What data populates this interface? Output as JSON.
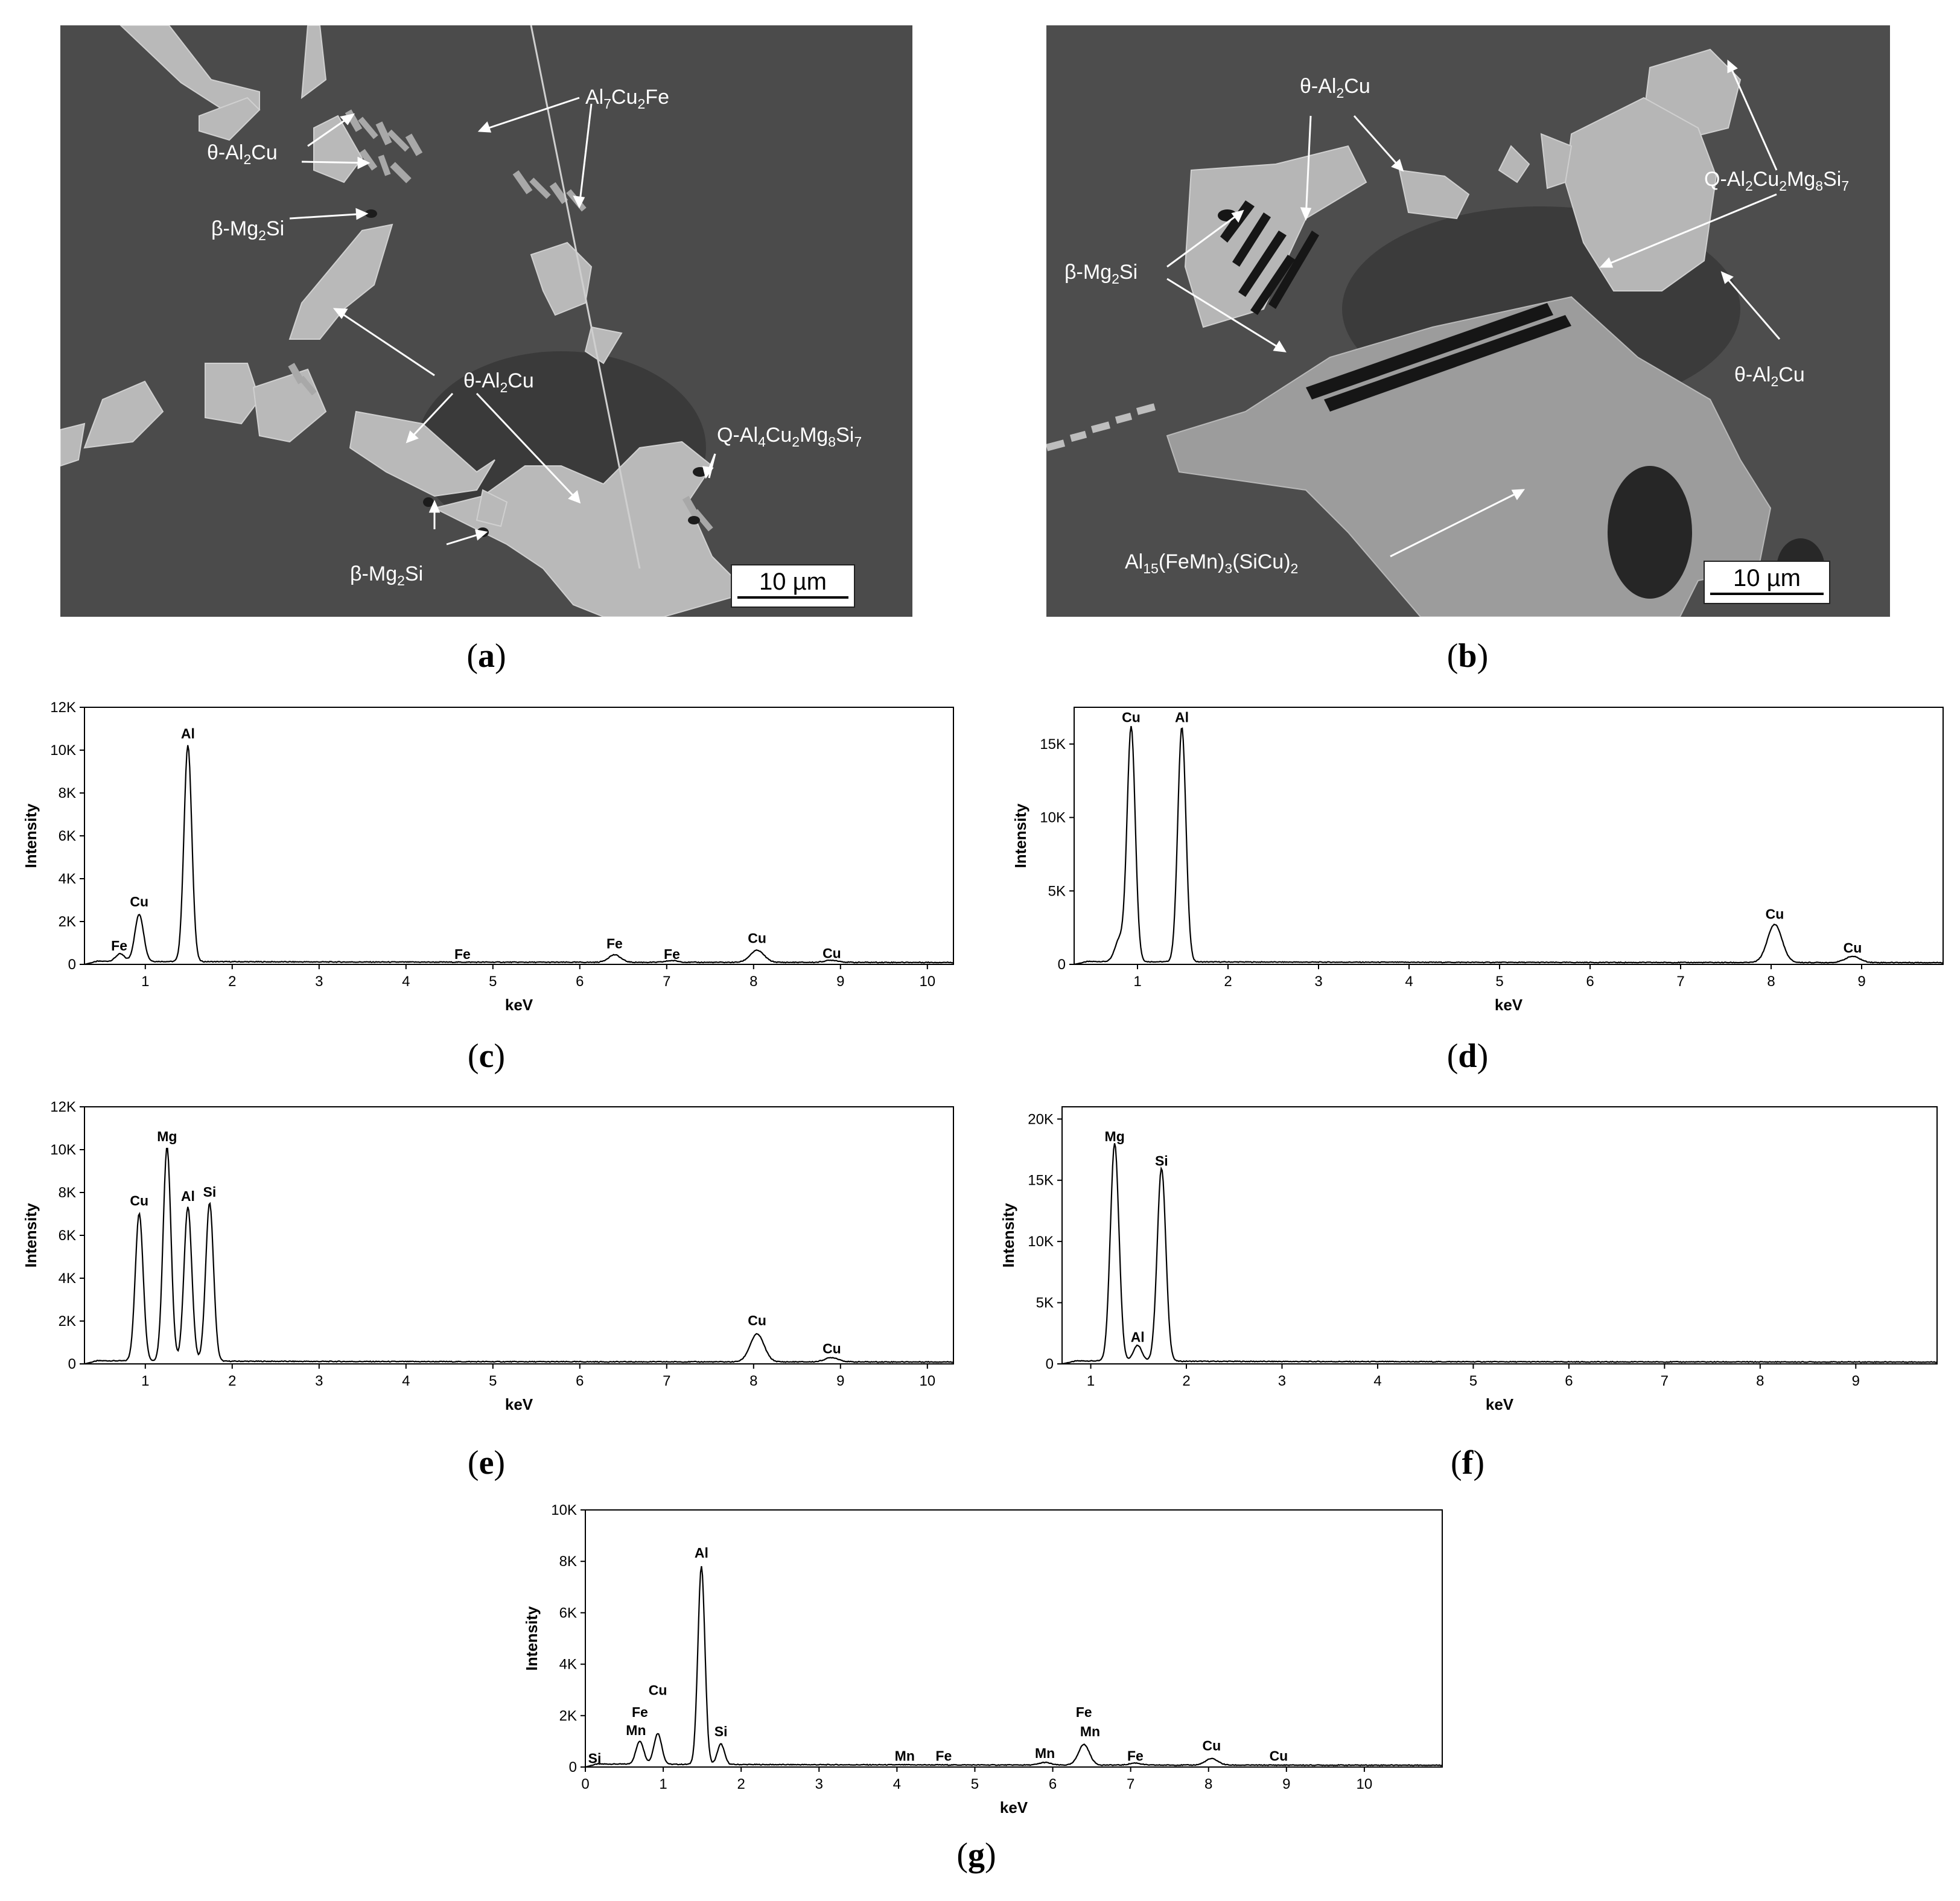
{
  "panel_labels": [
    "a",
    "b",
    "c",
    "d",
    "e",
    "f",
    "g"
  ],
  "sem_a": {
    "scale_bar": "10 µm",
    "annotations": [
      {
        "id": "a_al2cu_top",
        "text": "θ-Al",
        "sub": "2",
        "rest": "Cu"
      },
      {
        "id": "a_al7cu2fe",
        "text": "Al",
        "sub": "7",
        "rest": "Cu",
        "sub2": "2",
        "rest2": "Fe"
      },
      {
        "id": "a_mg2si_top",
        "text": "β-Mg",
        "sub": "2",
        "rest": "Si"
      },
      {
        "id": "a_al2cu_mid",
        "text": "θ-Al",
        "sub": "2",
        "rest": "Cu"
      },
      {
        "id": "a_q",
        "text": "Q-Al",
        "sub": "4",
        "rest": "Cu",
        "sub2": "2",
        "rest2": "Mg",
        "sub3": "8",
        "rest3": "Si",
        "sub4": "7"
      },
      {
        "id": "a_mg2si_bot",
        "text": "β-Mg",
        "sub": "2",
        "rest": "Si"
      }
    ]
  },
  "sem_b": {
    "scale_bar": "10 µm",
    "annotations": [
      {
        "id": "b_al2cu_top",
        "text": "θ-Al",
        "sub": "2",
        "rest": "Cu"
      },
      {
        "id": "b_q",
        "text": "Q-Al",
        "sub": "2",
        "rest": "Cu",
        "sub2": "2",
        "rest2": "Mg",
        "sub3": "8",
        "rest3": "Si",
        "sub4": "7"
      },
      {
        "id": "b_mg2si",
        "text": "β-Mg",
        "sub": "2",
        "rest": "Si"
      },
      {
        "id": "b_al2cu_right",
        "text": "θ-Al",
        "sub": "2",
        "rest": "Cu"
      },
      {
        "id": "b_al15",
        "text": "Al",
        "sub": "15",
        "rest": "(FeMn)",
        "sub2": "3",
        "rest2": "(SiCu)",
        "sub3": "2"
      }
    ]
  },
  "chart_data": [
    {
      "panel": "c",
      "type": "line",
      "xlabel": "keV",
      "ylabel": "Intensity",
      "xlim": [
        0.3,
        10.3
      ],
      "ylim": [
        0,
        12000
      ],
      "xticks": [
        1,
        2,
        3,
        4,
        5,
        6,
        7,
        8,
        9,
        10
      ],
      "yticks": [
        0,
        2000,
        4000,
        6000,
        8000,
        10000,
        12000
      ],
      "ytick_labels": [
        "0",
        "2K",
        "4K",
        "6K",
        "8K",
        "10K",
        "12K"
      ],
      "peaks": [
        {
          "x": 0.71,
          "y": 350,
          "w": 0.05
        },
        {
          "x": 0.93,
          "y": 2200,
          "w": 0.05
        },
        {
          "x": 1.49,
          "y": 10100,
          "w": 0.045
        },
        {
          "x": 6.4,
          "y": 350,
          "w": 0.07
        },
        {
          "x": 7.06,
          "y": 80,
          "w": 0.07
        },
        {
          "x": 8.04,
          "y": 560,
          "w": 0.08
        },
        {
          "x": 8.9,
          "y": 100,
          "w": 0.08
        }
      ],
      "background": 150,
      "peak_labels": [
        {
          "text": "Fe",
          "x": 0.7,
          "y": 650
        },
        {
          "text": "Cu",
          "x": 0.93,
          "y": 2700
        },
        {
          "text": "Al",
          "x": 1.49,
          "y": 10550
        },
        {
          "text": "Fe",
          "x": 4.65,
          "y": 250
        },
        {
          "text": "Fe",
          "x": 6.4,
          "y": 750
        },
        {
          "text": "Fe",
          "x": 7.06,
          "y": 250
        },
        {
          "text": "Cu",
          "x": 8.04,
          "y": 1000
        },
        {
          "text": "Cu",
          "x": 8.9,
          "y": 300
        }
      ]
    },
    {
      "panel": "d",
      "type": "line",
      "xlabel": "keV",
      "ylabel": "Intensity",
      "xlim": [
        0.3,
        9.9
      ],
      "ylim": [
        0,
        17500
      ],
      "xticks": [
        1,
        2,
        3,
        4,
        5,
        6,
        7,
        8,
        9
      ],
      "yticks": [
        0,
        5000,
        10000,
        15000
      ],
      "ytick_labels": [
        "0",
        "5K",
        "10K",
        "15K"
      ],
      "peaks": [
        {
          "x": 0.8,
          "y": 1500,
          "w": 0.05
        },
        {
          "x": 0.93,
          "y": 16000,
          "w": 0.045
        },
        {
          "x": 1.49,
          "y": 16000,
          "w": 0.045
        },
        {
          "x": 8.04,
          "y": 2600,
          "w": 0.08
        },
        {
          "x": 8.9,
          "y": 420,
          "w": 0.08
        }
      ],
      "background": 200,
      "peak_labels": [
        {
          "text": "Cu",
          "x": 0.93,
          "y": 16500
        },
        {
          "text": "Al",
          "x": 1.49,
          "y": 16500
        },
        {
          "text": "Cu",
          "x": 8.04,
          "y": 3100
        },
        {
          "text": "Cu",
          "x": 8.9,
          "y": 800
        }
      ]
    },
    {
      "panel": "e",
      "type": "line",
      "xlabel": "keV",
      "ylabel": "Intensity",
      "xlim": [
        0.3,
        10.3
      ],
      "ylim": [
        0,
        12000
      ],
      "xticks": [
        1,
        2,
        3,
        4,
        5,
        6,
        7,
        8,
        9,
        10
      ],
      "yticks": [
        0,
        2000,
        4000,
        6000,
        8000,
        10000,
        12000
      ],
      "ytick_labels": [
        "0",
        "2K",
        "4K",
        "6K",
        "8K",
        "10K",
        "12K"
      ],
      "peaks": [
        {
          "x": 0.93,
          "y": 6900,
          "w": 0.045
        },
        {
          "x": 1.25,
          "y": 10000,
          "w": 0.045
        },
        {
          "x": 1.49,
          "y": 7200,
          "w": 0.045
        },
        {
          "x": 1.74,
          "y": 7400,
          "w": 0.045
        },
        {
          "x": 8.04,
          "y": 1300,
          "w": 0.08
        },
        {
          "x": 8.9,
          "y": 200,
          "w": 0.08
        }
      ],
      "background": 150,
      "peak_labels": [
        {
          "text": "Cu",
          "x": 0.93,
          "y": 7400
        },
        {
          "text": "Mg",
          "x": 1.25,
          "y": 10400
        },
        {
          "text": "Al",
          "x": 1.49,
          "y": 7600
        },
        {
          "text": "Si",
          "x": 1.74,
          "y": 7800
        },
        {
          "text": "Cu",
          "x": 8.04,
          "y": 1800
        },
        {
          "text": "Cu",
          "x": 8.9,
          "y": 500
        }
      ]
    },
    {
      "panel": "f",
      "type": "line",
      "xlabel": "keV",
      "ylabel": "Intensity",
      "xlim": [
        0.7,
        9.85
      ],
      "ylim": [
        0,
        21000
      ],
      "xticks": [
        1,
        2,
        3,
        4,
        5,
        6,
        7,
        8,
        9
      ],
      "yticks": [
        0,
        5000,
        10000,
        15000,
        20000
      ],
      "ytick_labels": [
        "0",
        "5K",
        "10K",
        "15K",
        "20K"
      ],
      "peaks": [
        {
          "x": 1.25,
          "y": 17800,
          "w": 0.045
        },
        {
          "x": 1.49,
          "y": 1300,
          "w": 0.045
        },
        {
          "x": 1.74,
          "y": 15800,
          "w": 0.045
        }
      ],
      "background": 250,
      "peak_labels": [
        {
          "text": "Mg",
          "x": 1.25,
          "y": 18200
        },
        {
          "text": "Al",
          "x": 1.49,
          "y": 1800
        },
        {
          "text": "Si",
          "x": 1.74,
          "y": 16200
        }
      ]
    },
    {
      "panel": "g",
      "type": "line",
      "xlabel": "keV",
      "ylabel": "Intensity",
      "xlim": [
        0,
        11
      ],
      "ylim": [
        0,
        10000
      ],
      "xticks": [
        0,
        1,
        2,
        3,
        4,
        5,
        6,
        7,
        8,
        9,
        10
      ],
      "yticks": [
        0,
        2000,
        4000,
        6000,
        8000,
        10000
      ],
      "ytick_labels": [
        "0",
        "2K",
        "4K",
        "6K",
        "8K",
        "10K"
      ],
      "peaks": [
        {
          "x": 0.7,
          "y": 900,
          "w": 0.05
        },
        {
          "x": 0.93,
          "y": 1200,
          "w": 0.05
        },
        {
          "x": 1.49,
          "y": 7700,
          "w": 0.045
        },
        {
          "x": 1.74,
          "y": 800,
          "w": 0.045
        },
        {
          "x": 5.9,
          "y": 100,
          "w": 0.07
        },
        {
          "x": 6.4,
          "y": 800,
          "w": 0.07
        },
        {
          "x": 7.06,
          "y": 80,
          "w": 0.07
        },
        {
          "x": 8.04,
          "y": 250,
          "w": 0.08
        }
      ],
      "background": 120,
      "peak_labels": [
        {
          "text": "Si",
          "x": 0.12,
          "y": 150
        },
        {
          "text": "Mn",
          "x": 0.65,
          "y": 1250
        },
        {
          "text": "Fe",
          "x": 0.7,
          "y": 1950
        },
        {
          "text": "Cu",
          "x": 0.93,
          "y": 2800
        },
        {
          "text": "Al",
          "x": 1.49,
          "y": 8150
        },
        {
          "text": "Si",
          "x": 1.74,
          "y": 1200
        },
        {
          "text": "Mn",
          "x": 4.1,
          "y": 250
        },
        {
          "text": "Fe",
          "x": 4.6,
          "y": 250
        },
        {
          "text": "Mn",
          "x": 5.9,
          "y": 350
        },
        {
          "text": "Mn",
          "x": 6.48,
          "y": 1200
        },
        {
          "text": "Fe",
          "x": 6.4,
          "y": 1950
        },
        {
          "text": "Fe",
          "x": 7.06,
          "y": 250
        },
        {
          "text": "Cu",
          "x": 8.04,
          "y": 650
        },
        {
          "text": "Cu",
          "x": 8.9,
          "y": 250
        }
      ]
    }
  ]
}
